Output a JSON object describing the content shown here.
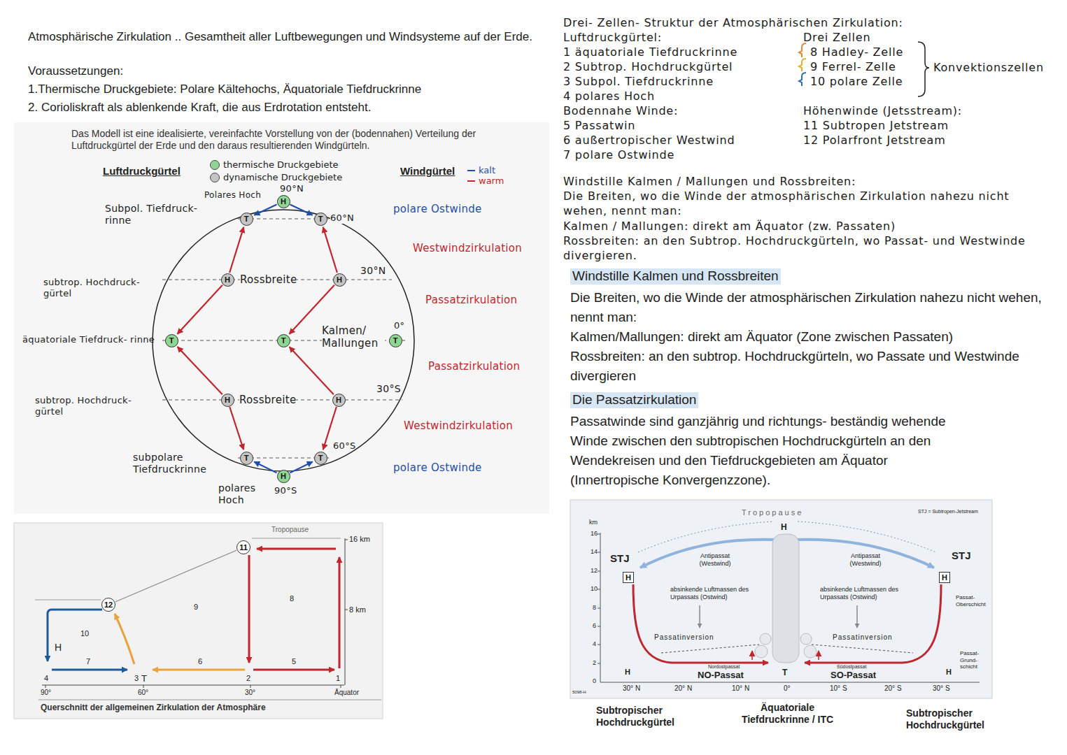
{
  "diagram": {
    "nodes": [
      {
        "text": [
          "H"
        ]
      },
      {
        "text": [
          "T"
        ]
      },
      {
        "text": [
          "T"
        ]
      },
      {
        "text": [
          "H"
        ]
      },
      {
        "text": [
          "H"
        ]
      },
      {
        "text": [
          "T"
        ]
      },
      {
        "text": [
          "T"
        ]
      },
      {
        "text": [
          "T"
        ]
      },
      {
        "text": [
          "H"
        ]
      },
      {
        "text": [
          "H"
        ]
      },
      {
        "text": [
          "T"
        ]
      },
      {
        "text": [
          "T"
        ]
      },
      {
        "text": [
          "H"
        ]
      },
      {
        "text": [
          "11"
        ]
      },
      {
        "text": [
          "12"
        ]
      },
      {
        "text": [
          "H"
        ]
      },
      {
        "text": [
          "H"
        ]
      }
    ],
    "edges": [
      {
        "from": 0,
        "to": 1,
        "arrow": "to"
      },
      {
        "from": 0,
        "to": 2,
        "arrow": "to"
      },
      {
        "from": 3,
        "to": 1,
        "arrow": "to"
      },
      {
        "from": 4,
        "to": 2,
        "arrow": "to"
      },
      {
        "from": 3,
        "to": 5,
        "arrow": "to"
      },
      {
        "from": 4,
        "to": 6,
        "arrow": "to"
      },
      {
        "from": 8,
        "to": 5,
        "arrow": "to"
      },
      {
        "from": 9,
        "to": 6,
        "arrow": "to"
      },
      {
        "from": 8,
        "to": 10,
        "arrow": "to"
      },
      {
        "from": 9,
        "to": 11,
        "arrow": "to"
      },
      {
        "from": 12,
        "to": 10,
        "arrow": "to"
      },
      {
        "from": 12,
        "to": 11,
        "arrow": "to"
      },
      {
        "from": 14,
        "to": 13,
        "arrow": "none"
      }
    ],
    "labels": [
      "Atmosphärische Zirkulation .. Gesamtheit aller Luftbewegungen und Windsysteme auf der Erde.",
      "Voraussetzungen:",
      "1.Thermische Druckgebiete: Polare Kältehochs, Äquatoriale Tiefdruckrinne",
      "2. Corioliskraft als ablenkende Kraft, die aus Erdrotation entsteht.",
      "Das Modell ist eine idealisierte, vereinfachte Vorstellung von der (bodennahen) Verteilung der Luftdruckgürtel der Erde und den daraus resultierenden Windgürteln.",
      "Luftdruckgürtel",
      "Windgürtel",
      "Polares Hoch",
      "90°N",
      "Subpol. Tiefdruck- rinne",
      "60°N",
      "Rossbreite",
      "30°N",
      "subtrop. Hochdruck- gürtel",
      "Kalmen/ Mallungen",
      "0°",
      "äquatoriale Tiefdruck- rinne",
      "Rossbreite",
      "30°S",
      "subtrop. Hochdruck- gürtel",
      "60°S",
      "subpolare Tiefdruckrinne",
      "polares Hoch",
      "90°S",
      "polare Ostwinde",
      "Westwindzirkulation",
      "Passatzirkulation",
      "Passatzirkulation",
      "Westwindzirkulation",
      "polare Ostwinde",
      "Tropopause",
      "16 km",
      "8 km",
      "1",
      "2",
      "3",
      "T",
      "4",
      "5",
      "6",
      "7",
      "8",
      "9",
      "10",
      "H",
      "90°",
      "60°",
      "30°",
      "Äquator",
      "Querschnitt der allgemeinen Zirkulation der Atmosphäre",
      "Drei- Zellen- Struktur der Atmosphärischen Zirkulation:",
      "Luftdruckgürtel:",
      "1 äquatoriale Tiefdruckrinne",
      "2 Subtrop. Hochdruckgürtel",
      "3 Subpol. Tiefdruckrinne",
      "4 polares Hoch",
      "Bodennahe Winde:",
      "5 Passatwin",
      "6 außertropischer Westwind",
      "7 polare Ostwinde",
      "Drei Zellen",
      "8 Hadley- Zelle",
      "9 Ferrel- Zelle",
      "10 polare Zelle",
      "Konvektionszellen",
      "Höhenwinde (Jetsstream):",
      "11 Subtropen Jetstream",
      "12 Polarfront Jetstream",
      "Windstille Kalmen / Mallungen und Rossbreiten:",
      "Die Breiten, wo die Winde der atmosphärischen Zirkulation nahezu nicht wehen, nennt man:",
      "Kalmen / Mallungen: direkt am Äquator (zw. Passaten)",
      "Rossbreiten: an den Subtrop. Hochdruckgürteln, wo Passat- und Westwinde divergieren.",
      "Windstille Kalmen und Rossbreiten",
      "Die Breiten, wo die Winde der atmosphärischen Zirkulation nahezu nicht wehen, nennt man:",
      "Kalmen/Mallungen: direkt am Äquator (Zone zwischen Passaten)",
      "Rossbreiten: an den subtrop. Hochdruckgürteln, wo Passate und Westwinde divergieren",
      "Die Passatzirkulation",
      "Passatwinde sind ganzjährig und richtungs- beständig wehende Winde zwischen den subtropischen Hochdruckgürteln an den Wendekreisen und den Tiefdruckgebieten am Äquator (Innertropische Konvergenzzone).",
      "km",
      "16",
      "14",
      "12",
      "10",
      "8",
      "6",
      "4",
      "2",
      "0",
      "Tropopause",
      "H",
      "STJ = Subtropen-Jetstream",
      "STJ",
      "STJ",
      "Antipassat (Westwind)",
      "Antipassat (Westwind)",
      "absinkende Luftmassen des Urpassats (Ostwind)",
      "absinkende Luftmassen des Urpassats (Ostwind)",
      "Passat- Oberschicht",
      "Passat- Grund- schicht",
      "Passatinversion",
      "Passatinversion",
      "H",
      "H",
      "T",
      "Nordostpassat",
      "NO-Passat",
      "Südostpassat",
      "SO-Passat",
      "5098-H",
      "30° N",
      "20° N",
      "10° N",
      "0°",
      "10° S",
      "20° S",
      "30° S",
      "Subtropischer Hochdruckgürtel",
      "Äquatoriale Tiefdruckrinne / ITC",
      "Subtropischer Hochdruckgürtel"
    ],
    "legend": [
      {
        "text": "thermische Druckgebiete",
        "color": "#8fd694"
      },
      {
        "text": "dynamische Druckgebiete",
        "color": "#c4c4c4"
      },
      {
        "text": "kalt"
      },
      {
        "text": "warm"
      }
    ]
  }
}
